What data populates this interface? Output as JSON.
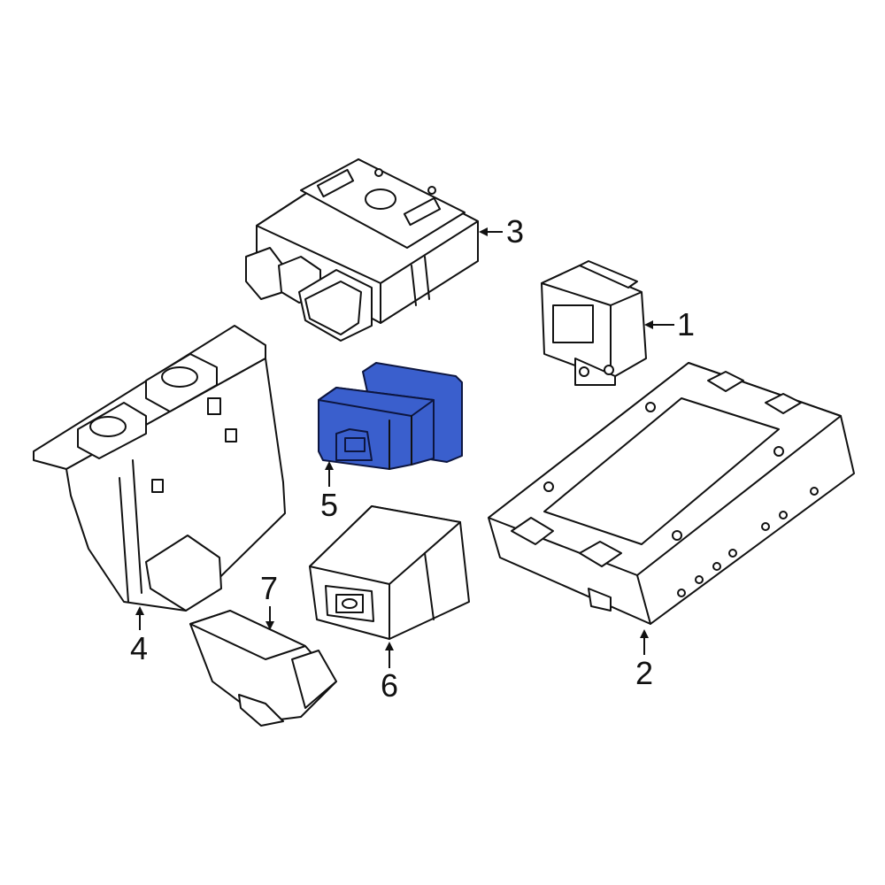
{
  "colors": {
    "line": "#111111",
    "highlight": "#3a5fcd",
    "background": "#ffffff"
  },
  "callouts": [
    {
      "id": "1",
      "label": "1"
    },
    {
      "id": "2",
      "label": "2"
    },
    {
      "id": "3",
      "label": "3"
    },
    {
      "id": "4",
      "label": "4"
    },
    {
      "id": "5",
      "label": "5",
      "highlighted": true
    },
    {
      "id": "6",
      "label": "6"
    },
    {
      "id": "7",
      "label": "7"
    }
  ]
}
